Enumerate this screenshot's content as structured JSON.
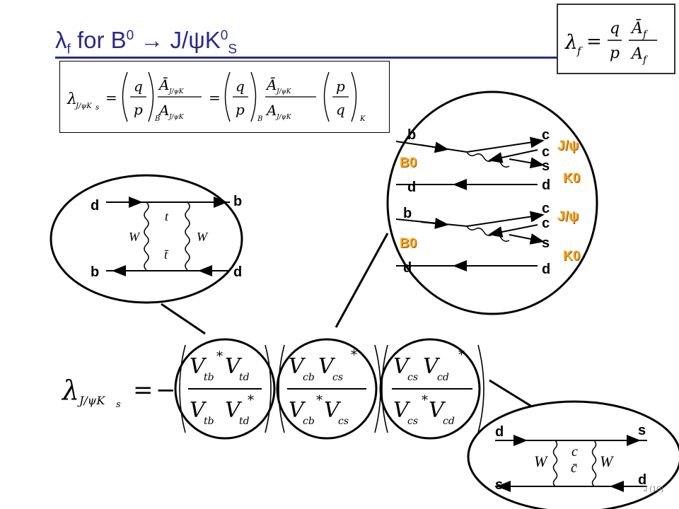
{
  "slide": {
    "title_lambda": "λ",
    "title_sub_f": "f",
    "title_for": " for B",
    "title_sup_0a": "0",
    "title_arrow": " → J/ψK",
    "title_sup_0b": "0",
    "title_sub_S": "S",
    "page_number": "J (10)"
  },
  "formula_box": {
    "lambda": "λ",
    "sub": "f",
    "eq": "=",
    "q": "q",
    "p": "p",
    "Abar": "Ā",
    "A": "A",
    "f": "f"
  },
  "main_eq": {
    "lambda": "λ",
    "sub": "J/ψK",
    "sub_s": "s",
    "B0": "B",
    "K": "K",
    "eq": "=",
    "minus": "−",
    "V": "V",
    "tb": "tb",
    "td": "td",
    "cb": "cb",
    "cs": "cs",
    "cd": "cd",
    "star": "*"
  },
  "bmix_diagram": {
    "top_left": "d",
    "top_right": "b",
    "bottom_left": "b",
    "bottom_right": "d",
    "W_left": "W",
    "W_right": "W",
    "t": "t",
    "tbar": "t̄"
  },
  "decay_diagram": {
    "upper": {
      "b": "b",
      "c1": "c",
      "c2": "c",
      "s": "s",
      "d_left": "d",
      "d_right": "d",
      "B0": "B0",
      "Jpsi": "J/ψ",
      "K0": "K0"
    },
    "lower": {
      "b": "b",
      "c1": "c",
      "c2": "c",
      "s": "s",
      "d_left": "d",
      "d_right": "d",
      "B0": "B0",
      "Jpsi": "J/ψ",
      "K0": "K0"
    }
  },
  "kmix_diagram": {
    "top_left": "d",
    "top_right": "s",
    "bottom_left": "s",
    "bottom_right": "d",
    "W_left": "W",
    "W_right": "W",
    "c": "c",
    "cbar": "c̄"
  }
}
